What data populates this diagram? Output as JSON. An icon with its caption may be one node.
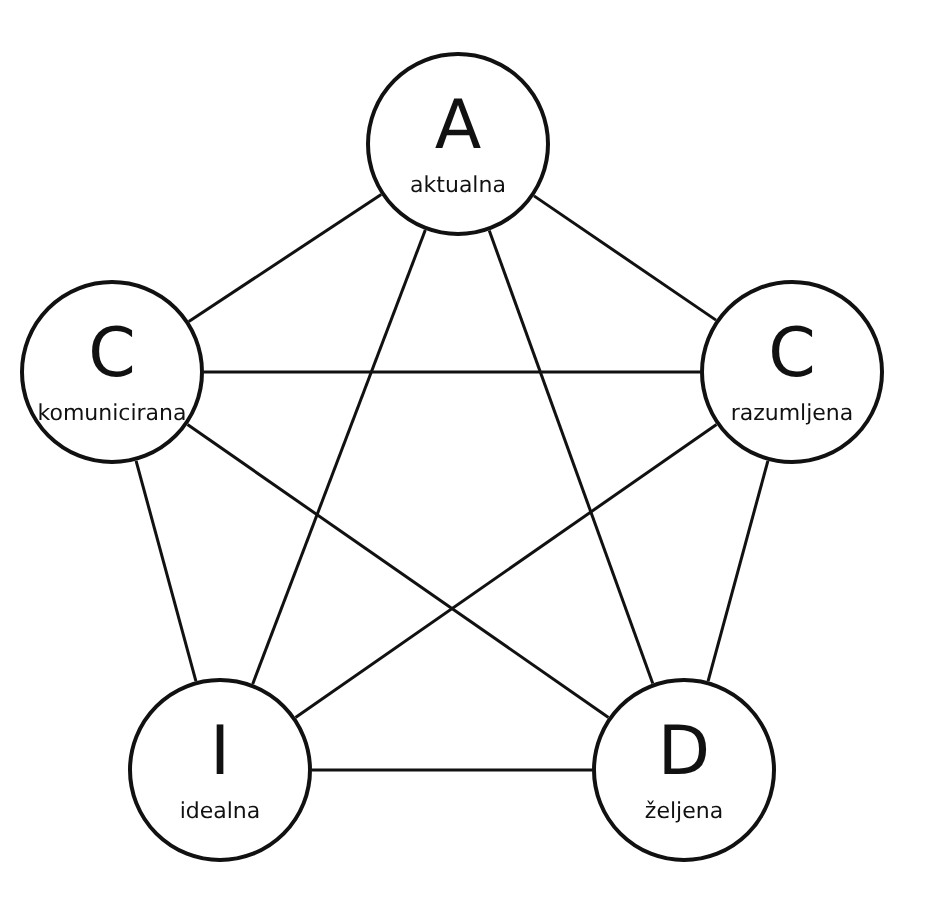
{
  "diagram": {
    "nodes": [
      {
        "text": [
          "A",
          "aktualna"
        ]
      },
      {
        "text": [
          "C",
          "komunicirana"
        ]
      },
      {
        "text": [
          "C",
          "razumljena"
        ]
      },
      {
        "text": [
          "I",
          "idealna"
        ]
      },
      {
        "text": [
          "D",
          "željena"
        ]
      }
    ],
    "edges": [
      {
        "from": 0,
        "to": 1,
        "arrow": "none"
      },
      {
        "from": 0,
        "to": 2,
        "arrow": "none"
      },
      {
        "from": 0,
        "to": 3,
        "arrow": "none"
      },
      {
        "from": 0,
        "to": 4,
        "arrow": "none"
      },
      {
        "from": 1,
        "to": 2,
        "arrow": "none"
      },
      {
        "from": 1,
        "to": 3,
        "arrow": "none"
      },
      {
        "from": 1,
        "to": 4,
        "arrow": "none"
      },
      {
        "from": 2,
        "to": 3,
        "arrow": "none"
      },
      {
        "from": 2,
        "to": 4,
        "arrow": "none"
      },
      {
        "from": 3,
        "to": 4,
        "arrow": "none"
      }
    ]
  }
}
